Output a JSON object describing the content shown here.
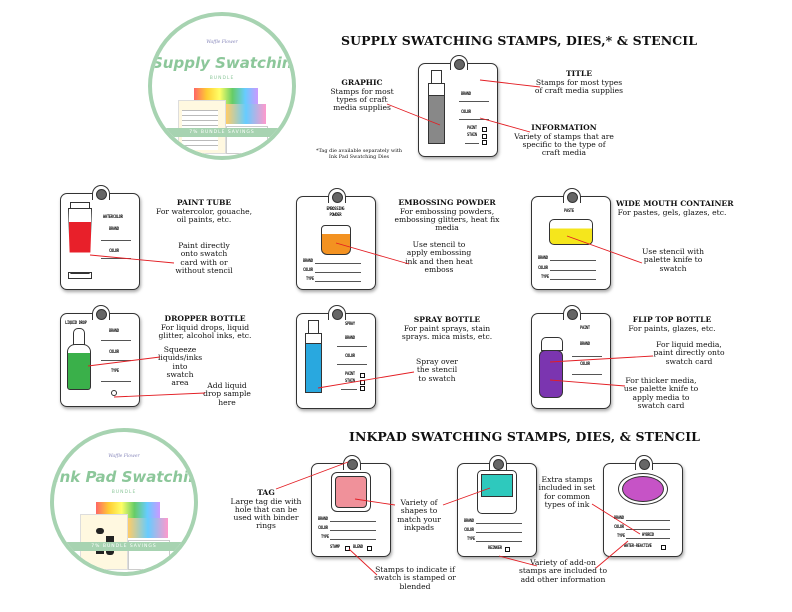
{
  "supply_bundle": {
    "brand": "Waffle Flower",
    "title": "Supply Swatching",
    "subtitle": "BUNDLE",
    "savings": "7% BUNDLE SAVINGS"
  },
  "inkpad_bundle": {
    "brand": "Waffle Flower",
    "title": "Ink Pad Swatching",
    "subtitle": "BUNDLE",
    "savings": "7% BUNDLE SAVINGS"
  },
  "supply_section": {
    "heading": "SUPPLY SWATCHING STAMPS, DIES,* & STENCIL",
    "footnote": "*Tag die available separately with Ink Pad Swatching Dies",
    "graphic": {
      "title": "GRAPHIC",
      "text": "Stamps for most types of craft media supplies"
    },
    "title_note": {
      "title": "TITLE",
      "text": "Stamps for most types of craft media supplies"
    },
    "information": {
      "title": "INFORMATION",
      "text": "Variety of stamps that are specific to the type of craft media"
    },
    "example_tag": {
      "brand": "BRAND",
      "color": "COLOR",
      "paint": "PAINT",
      "stain": "STAIN"
    }
  },
  "supplies": [
    {
      "name": "PAINT TUBE",
      "desc": "For watercolor, gouache, oil paints, etc.",
      "note": "Paint directly onto swatch card with or without stencil",
      "tag_title": "WATERCOLOR",
      "labels": [
        "BRAND",
        "COLOR"
      ],
      "color": "#e8202a"
    },
    {
      "name": "EMBOSSING POWDER",
      "desc": "For embossing powders, embossing glitters, heat fix media",
      "note": "Use stencil to apply embossing ink and then heat emboss",
      "tag_title": "EMBOSSING POWDER",
      "labels": [
        "BRAND",
        "COLOR",
        "TYPE"
      ],
      "color": "#f39221"
    },
    {
      "name": "WIDE MOUTH CONTAINER",
      "desc": "For pastes, gels, glazes, etc.",
      "note": "Use stencil with palette knife to swatch",
      "tag_title": "PASTE",
      "labels": [
        "BRAND",
        "COLOR",
        "TYPE"
      ],
      "color": "#f5e61c"
    },
    {
      "name": "DROPPER BOTTLE",
      "desc": "For liquid drops, liquid glitter, alcohol inks, etc.",
      "note": "Squeeze liquids/inks into swatch area",
      "note2": "Add liquid drop sample here",
      "tag_title": "LIQUID DROP",
      "labels": [
        "BRAND",
        "COLOR",
        "TYPE"
      ],
      "color": "#3ab04a"
    },
    {
      "name": "SPRAY BOTTLE",
      "desc": "For paint sprays, stain sprays. mica mists, etc.",
      "note": "Spray over the stencil to swatch",
      "tag_title": "SPRAY",
      "labels": [
        "BRAND",
        "COLOR",
        "PAINT",
        "STAIN"
      ],
      "color": "#29a8df"
    },
    {
      "name": "FLIP TOP BOTTLE",
      "desc": "For paints, glazes, etc.",
      "note": "For liquid media, paint directly onto swatch card",
      "note2": "For thicker media, use palette knife to apply media to swatch card",
      "tag_title": "PAINT",
      "labels": [
        "BRAND",
        "COLOR"
      ],
      "color": "#7b35b0"
    }
  ],
  "inkpad_section": {
    "heading": "INKPAD SWATCHING STAMPS, DIES, & STENCIL",
    "tag_note": {
      "title": "TAG",
      "text": "Large tag die with hole that can be used with binder rings"
    },
    "shapes_note": "Variety of shapes to match your inkpads",
    "stamp_note": "Stamps to indicate if swatch is stamped or blended",
    "extra_note": "Extra stamps included in set for common types of ink",
    "addon_note": "Variety of add-on stamps are included to add other information",
    "tags": [
      {
        "labels": [
          "BRAND",
          "COLOR",
          "TYPE"
        ],
        "extra": [
          "STAMP",
          "BLEND"
        ],
        "color": "#f0919a"
      },
      {
        "labels": [
          "BRAND",
          "COLOR",
          "TYPE"
        ],
        "extra": [
          "REINKER"
        ],
        "color": "#2ec9bd"
      },
      {
        "labels": [
          "BRAND",
          "COLOR",
          "TYPE"
        ],
        "type_value": "HYBRID",
        "extra": [
          "WATER-REACTIVE"
        ],
        "color": "#c653c6"
      }
    ]
  }
}
